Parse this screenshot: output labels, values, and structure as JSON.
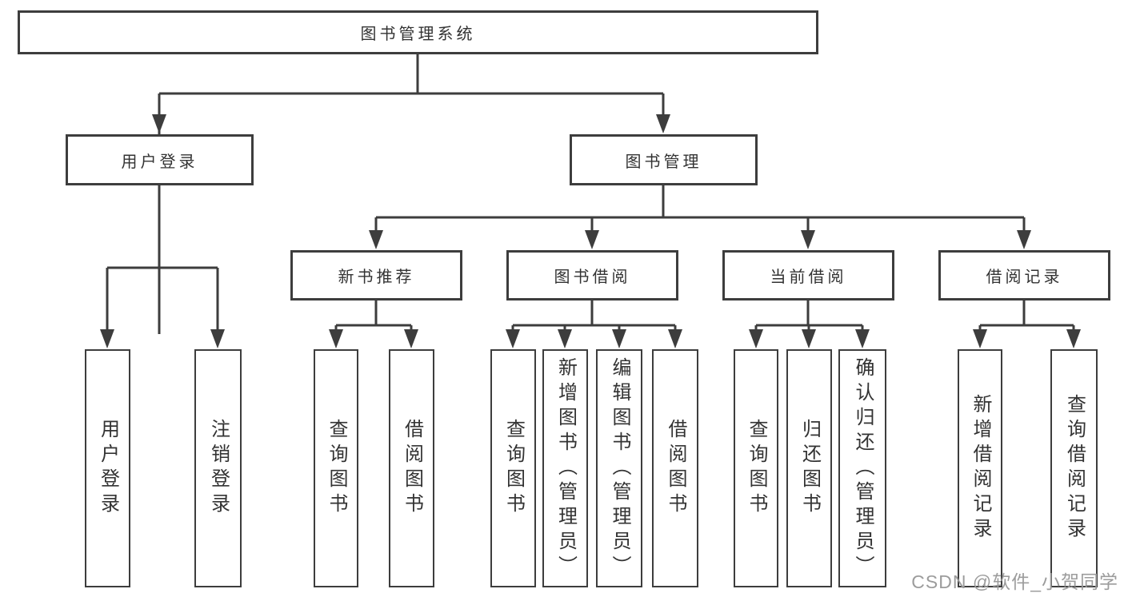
{
  "diagram": {
    "root": {
      "label": "图书管理系统"
    },
    "branches": [
      {
        "label": "用户登录",
        "children": [
          {
            "label": "用户登录"
          },
          {
            "label": "注销登录"
          }
        ]
      },
      {
        "label": "图书管理",
        "children": [
          {
            "label": "新书推荐",
            "children": [
              {
                "label": "查询图书"
              },
              {
                "label": "借阅图书"
              }
            ]
          },
          {
            "label": "图书借阅",
            "children": [
              {
                "label": "查询图书"
              },
              {
                "label": "新增图书（管理员）"
              },
              {
                "label": "编辑图书（管理员）"
              },
              {
                "label": "借阅图书"
              }
            ]
          },
          {
            "label": "当前借阅",
            "children": [
              {
                "label": "查询图书"
              },
              {
                "label": "归还图书"
              },
              {
                "label": "确认归还（管理员）"
              }
            ]
          },
          {
            "label": "借阅记录",
            "children": [
              {
                "label": "新增借阅记录"
              },
              {
                "label": "查询借阅记录"
              }
            ]
          }
        ]
      }
    ]
  },
  "watermark": {
    "text": "CSDN @软件_小贺同学"
  },
  "colors": {
    "line": "#3d3d3d",
    "text": "#333333",
    "watermark": "#9c9c9c",
    "background": "#ffffff"
  }
}
